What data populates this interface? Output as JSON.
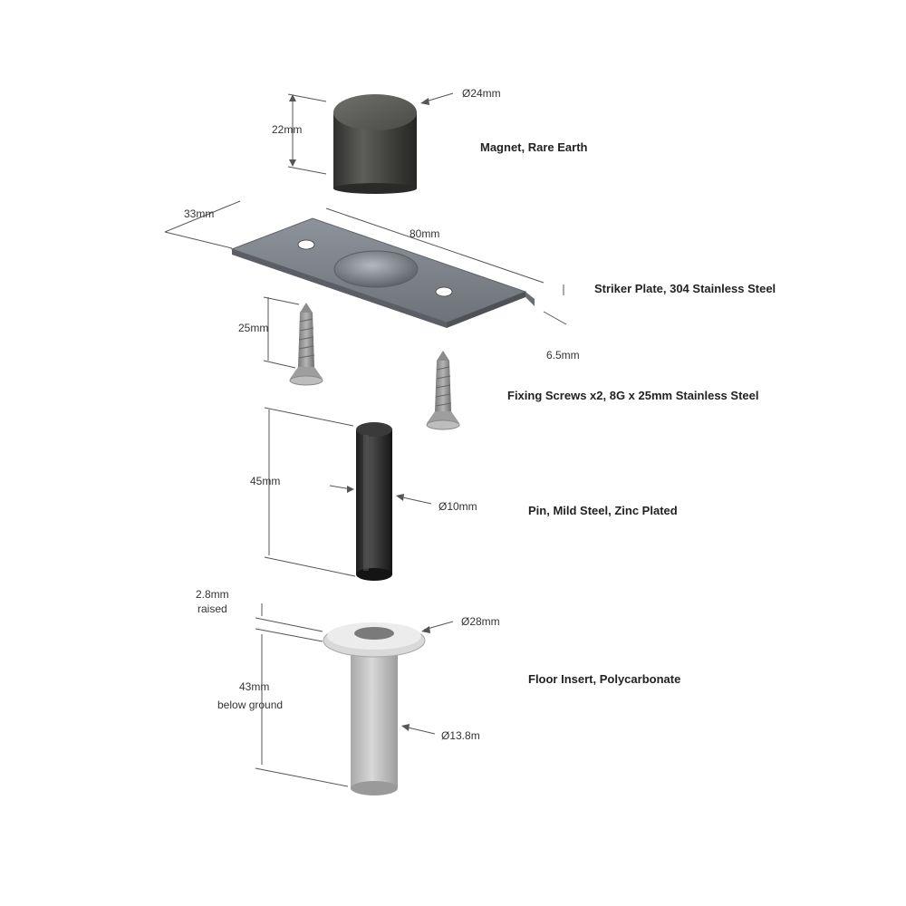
{
  "parts": [
    {
      "label": "Magnet, Rare Earth",
      "dims": [
        "22mm",
        "Ø24mm"
      ]
    },
    {
      "label": "Striker Plate, 304 Stainless Steel",
      "dims": [
        "33mm",
        "80mm",
        "6.5mm"
      ]
    },
    {
      "label": "Fixing Screws x2, 8G x 25mm Stainless Steel",
      "dims": [
        "25mm"
      ]
    },
    {
      "label": "Pin, Mild Steel, Zinc Plated",
      "dims": [
        "45mm",
        "Ø10mm"
      ]
    },
    {
      "label": "Floor Insert, Polycarbonate",
      "dims": [
        "2.8mm",
        "raised",
        "43mm",
        "below ground",
        "Ø28mm",
        "Ø13.8m"
      ]
    }
  ],
  "colors": {
    "magnet": "#4a4a48",
    "plate": "#7a7f86",
    "screw": "#9a9a9a",
    "pin": "#2c2c2c",
    "insert": "#c9c9c9"
  }
}
